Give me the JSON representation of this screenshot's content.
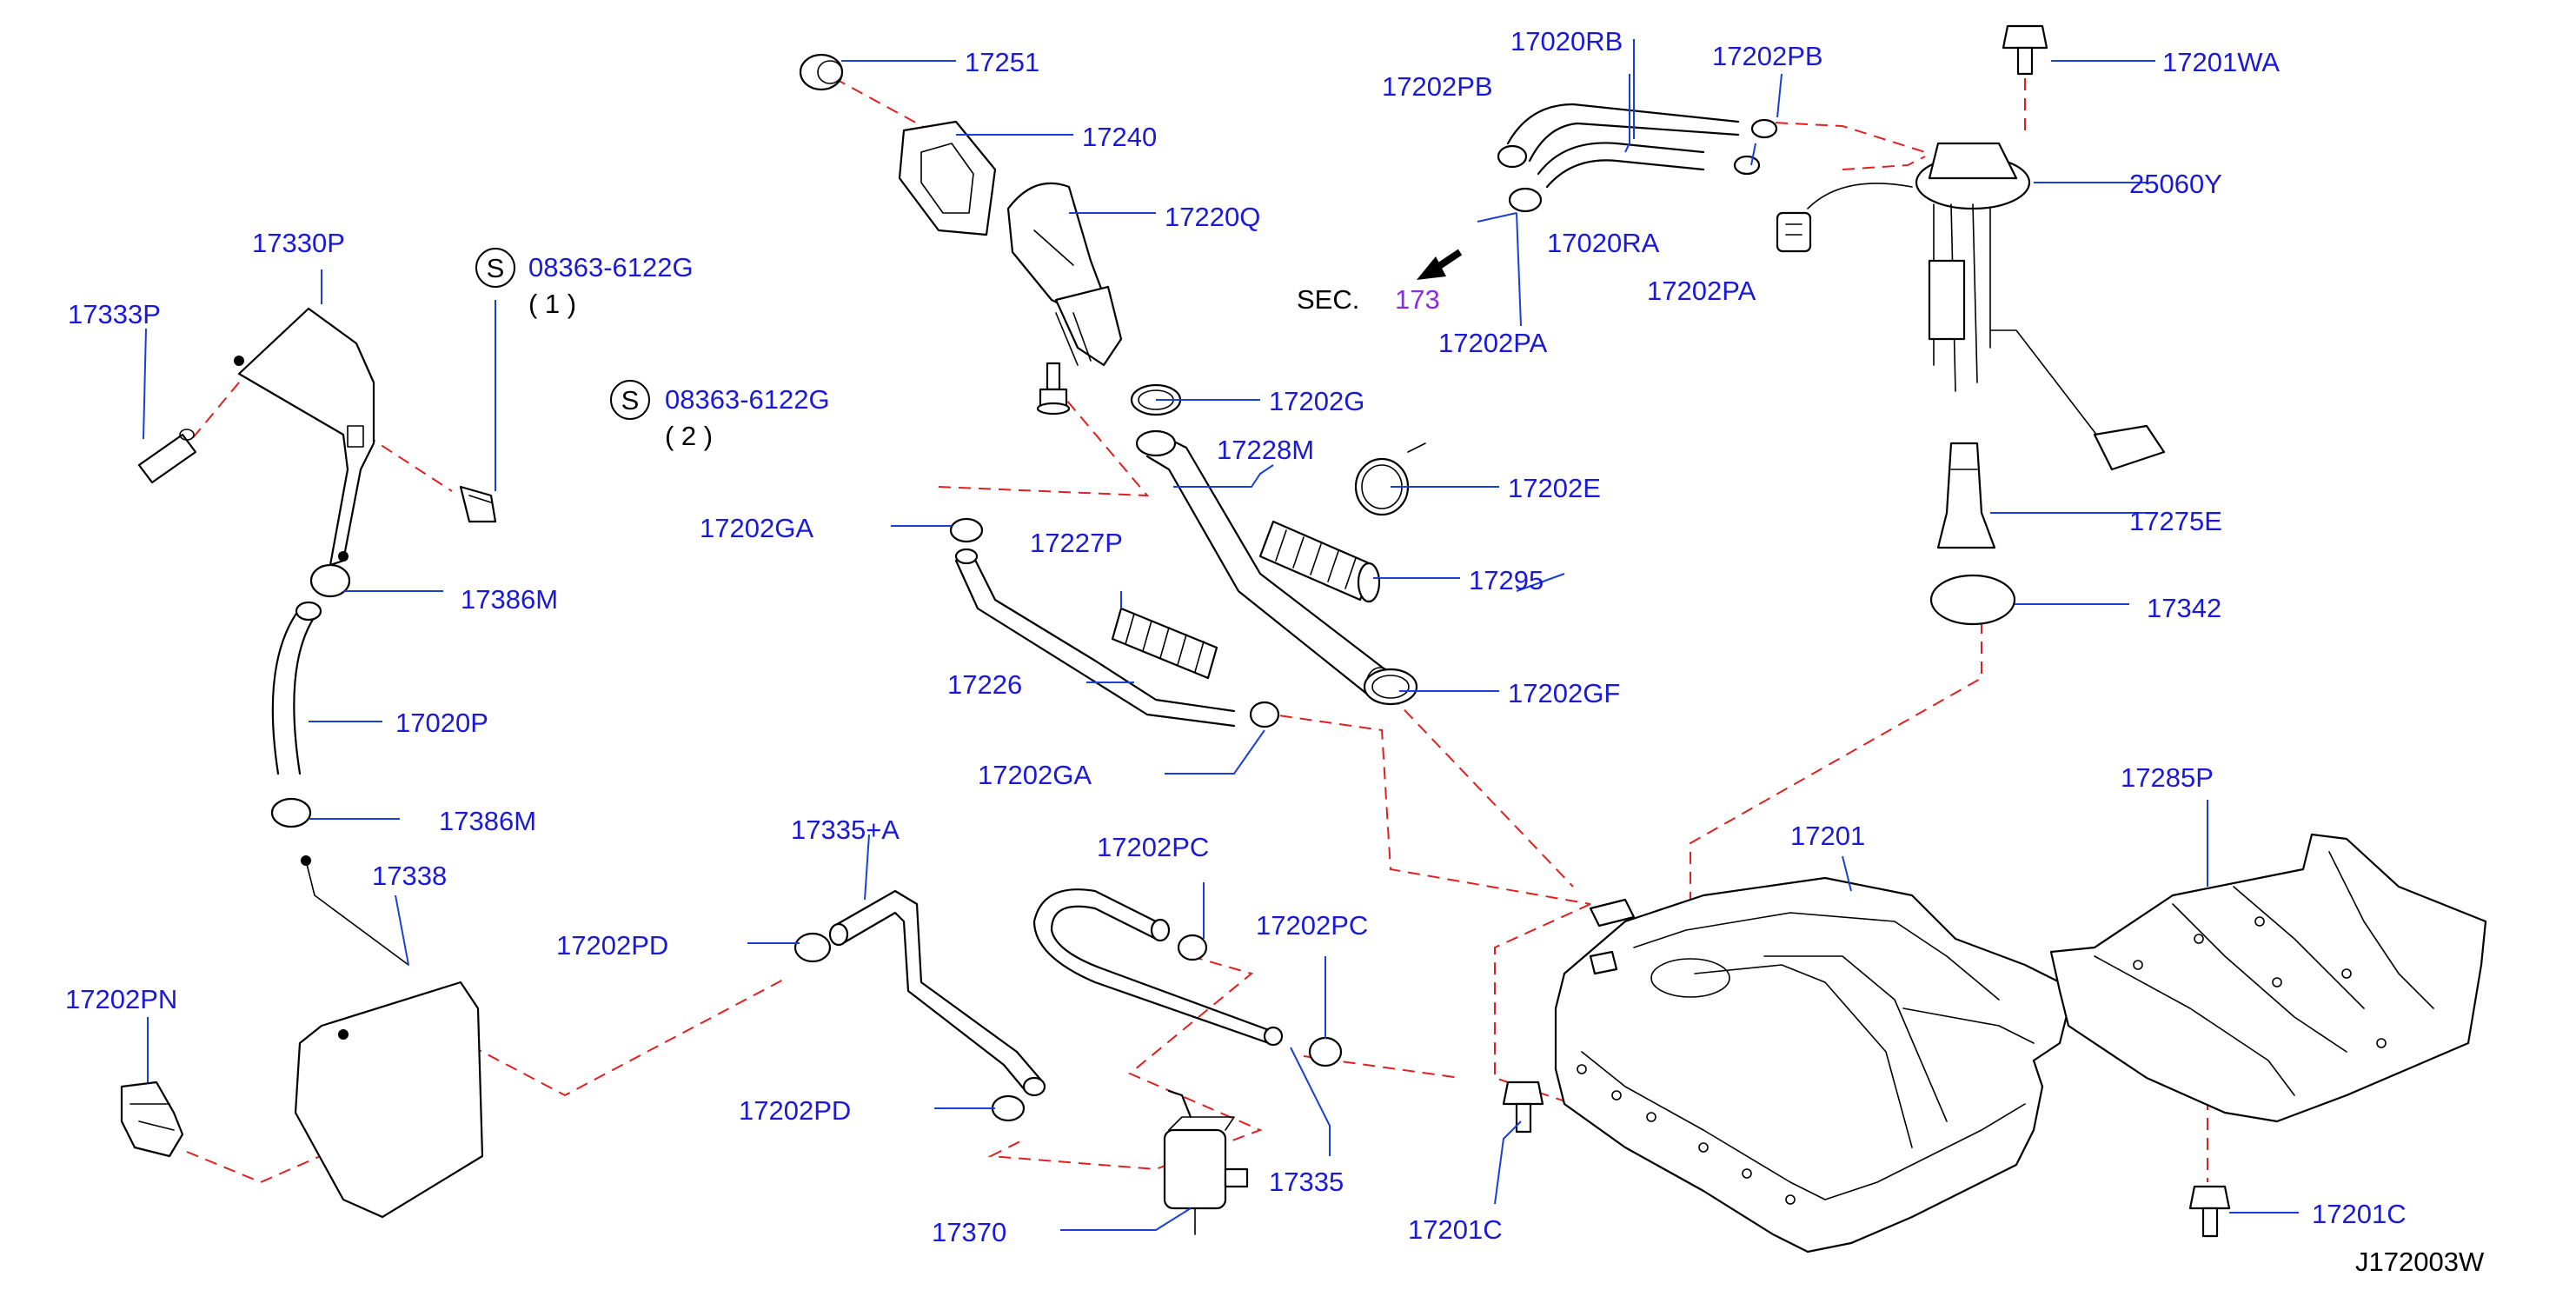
{
  "diagram": {
    "code": "J172003W",
    "sec_label": "SEC.",
    "sec_number": "173",
    "screw_ref_1": {
      "symbol": "S",
      "code": "08363-6122G",
      "qty": "( 1 )"
    },
    "screw_ref_2": {
      "symbol": "S",
      "code": "08363-6122G",
      "qty": "( 2 )"
    },
    "part_numbers": {
      "p17251": "17251",
      "p17240": "17240",
      "p17220Q": "17220Q",
      "p17202G": "17202G",
      "p17228M": "17228M",
      "p17202E": "17202E",
      "p17295": "17295",
      "p17202GF": "17202GF",
      "p17202GA_top": "17202GA",
      "p17227P": "17227P",
      "p17226": "17226",
      "p17202GA_bottom": "17202GA",
      "p17020RB": "17020RB",
      "p17202PB_left": "17202PB",
      "p17202PB_right": "17202PB",
      "p17020RA": "17020RA",
      "p17202PA_left": "17202PA",
      "p17202PA_right": "17202PA",
      "p17201WA": "17201WA",
      "p25060Y": "25060Y",
      "p17275E": "17275E",
      "p17342": "17342",
      "p17330P": "17330P",
      "p17333P": "17333P",
      "p17386M_top": "17386M",
      "p17020P": "17020P",
      "p17386M_bottom": "17386M",
      "p17338": "17338",
      "p17202PN": "17202PN",
      "p17335A": "17335+A",
      "p17202PD_top": "17202PD",
      "p17202PD_bottom": "17202PD",
      "p17202PC_left": "17202PC",
      "p17202PC_right": "17202PC",
      "p17335": "17335",
      "p17370": "17370",
      "p17201": "17201",
      "p17201C_left": "17201C",
      "p17285P": "17285P",
      "p17201C_right": "17201C"
    }
  }
}
